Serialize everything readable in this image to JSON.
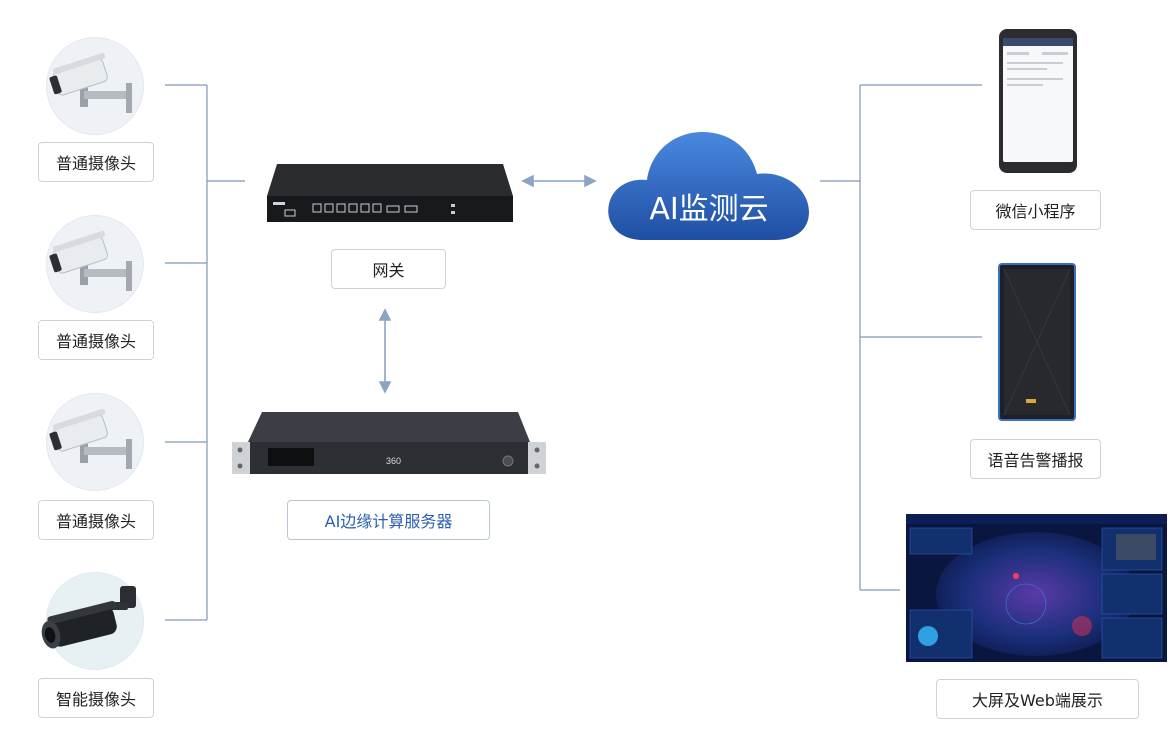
{
  "cameras": [
    {
      "label": "普通摄像头",
      "icon": "bullet-camera-icon"
    },
    {
      "label": "普通摄像头",
      "icon": "bullet-camera-icon"
    },
    {
      "label": "普通摄像头",
      "icon": "bullet-camera-icon"
    },
    {
      "label": "智能摄像头",
      "icon": "smart-camera-icon"
    }
  ],
  "gateway": {
    "label": "网关"
  },
  "edge_server": {
    "label": "AI边缘计算服务器",
    "brand": "360"
  },
  "cloud": {
    "label": "AI监测云"
  },
  "outputs": [
    {
      "label": "微信小程序",
      "icon": "phone-icon"
    },
    {
      "label": "语音告警播报",
      "icon": "speaker-icon"
    },
    {
      "label": "大屏及Web端展示",
      "icon": "dashboard-screen-icon"
    }
  ],
  "colors": {
    "line": "#7f97b5",
    "arrow": "#8aa4c4",
    "cloud": "#2e67c4",
    "label_border": "#cdd3dc",
    "server_label": "#2a5fb0"
  }
}
